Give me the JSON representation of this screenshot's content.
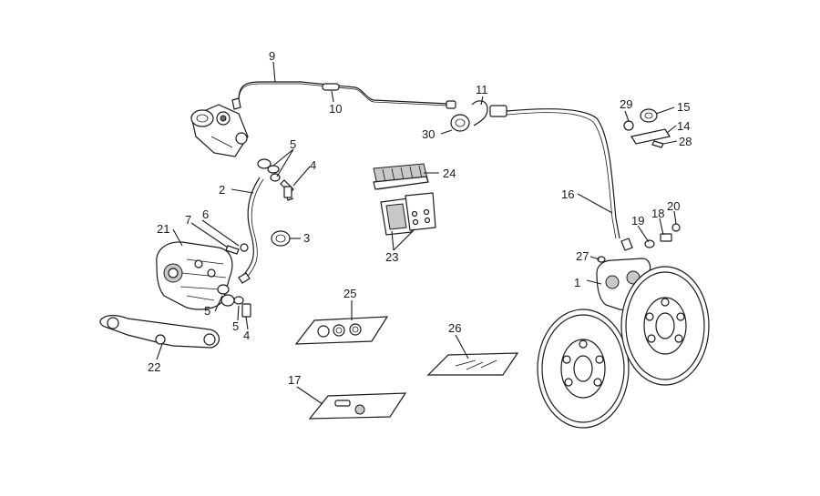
{
  "callouts": [
    {
      "id": "c1",
      "text": "1"
    },
    {
      "id": "c2",
      "text": "2"
    },
    {
      "id": "c3",
      "text": "3"
    },
    {
      "id": "c4a",
      "text": "4"
    },
    {
      "id": "c4b",
      "text": "4"
    },
    {
      "id": "c5a",
      "text": "5"
    },
    {
      "id": "c5b",
      "text": "5"
    },
    {
      "id": "c5c",
      "text": "5"
    },
    {
      "id": "c6",
      "text": "6"
    },
    {
      "id": "c7",
      "text": "7"
    },
    {
      "id": "c9",
      "text": "9"
    },
    {
      "id": "c10",
      "text": "10"
    },
    {
      "id": "c11",
      "text": "11"
    },
    {
      "id": "c14",
      "text": "14"
    },
    {
      "id": "c15",
      "text": "15"
    },
    {
      "id": "c16",
      "text": "16"
    },
    {
      "id": "c17",
      "text": "17"
    },
    {
      "id": "c18",
      "text": "18"
    },
    {
      "id": "c19",
      "text": "19"
    },
    {
      "id": "c20",
      "text": "20"
    },
    {
      "id": "c21",
      "text": "21"
    },
    {
      "id": "c22",
      "text": "22"
    },
    {
      "id": "c23",
      "text": "23"
    },
    {
      "id": "c24",
      "text": "24"
    },
    {
      "id": "c25",
      "text": "25"
    },
    {
      "id": "c26",
      "text": "26"
    },
    {
      "id": "c27",
      "text": "27"
    },
    {
      "id": "c28",
      "text": "28"
    },
    {
      "id": "c29",
      "text": "29"
    },
    {
      "id": "c30",
      "text": "30"
    }
  ]
}
